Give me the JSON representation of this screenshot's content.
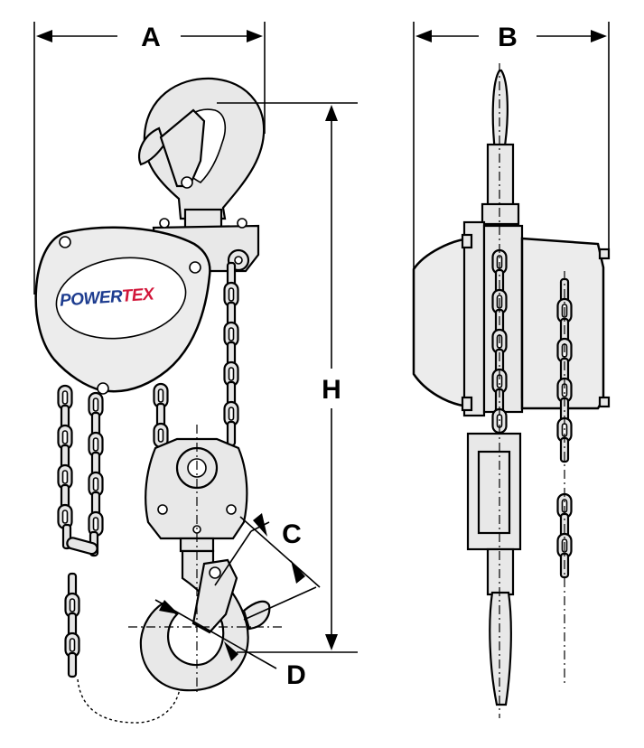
{
  "labels": {
    "width_front": "A",
    "width_side": "B",
    "height": "H",
    "hook_opening": "C",
    "hook_throat": "D"
  },
  "logo": {
    "part1": "POWER",
    "part2": "TEX",
    "color_primary": "#1d3c8f",
    "color_accent": "#d2173a"
  }
}
